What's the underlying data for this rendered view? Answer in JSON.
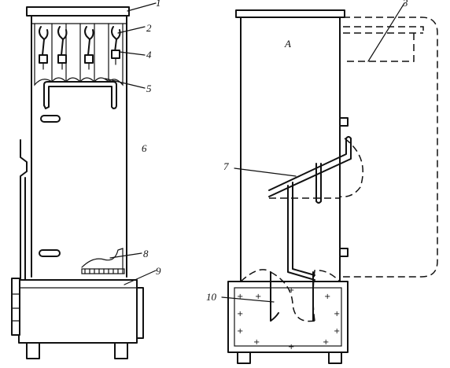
{
  "labels": {
    "l1": "1",
    "l2": "2",
    "l3": "3",
    "l4": "4",
    "l5": "5",
    "l6": "6",
    "l7": "7",
    "l8": "8",
    "l9": "9",
    "l10": "10",
    "a": "A"
  },
  "marks": {
    "plus": "+"
  }
}
